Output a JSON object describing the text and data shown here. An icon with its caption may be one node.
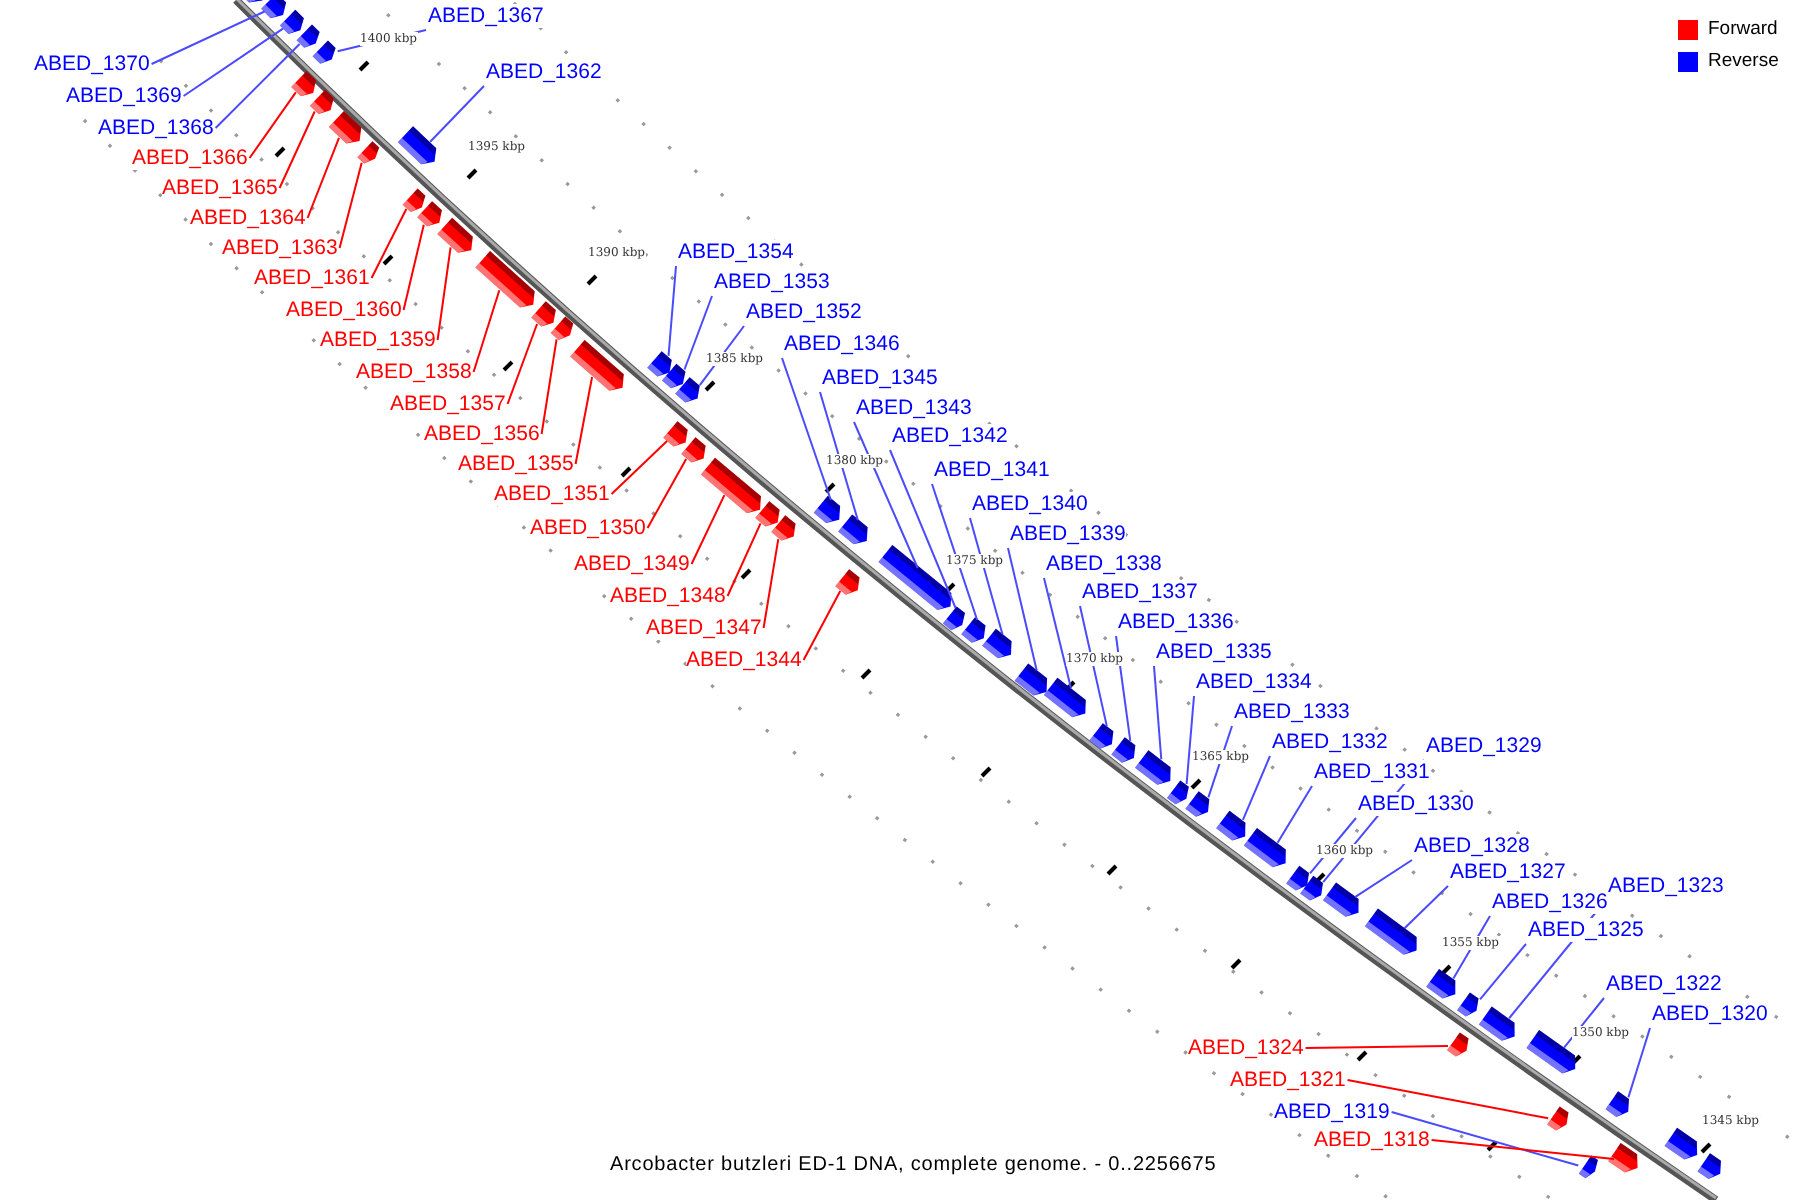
{
  "diagram": {
    "caption": "Arcobacter butzleri ED-1 DNA, complete genome. - 0..2256675",
    "nodes": [
      {
        "text": [
          "ABED_1367"
        ]
      },
      {
        "text": [
          "ABED_1370"
        ]
      },
      {
        "text": [
          "ABED_1362"
        ]
      },
      {
        "text": [
          "ABED_1369"
        ]
      },
      {
        "text": [
          "ABED_1368"
        ]
      },
      {
        "text": [
          "ABED_1366"
        ]
      },
      {
        "text": [
          "ABED_1365"
        ]
      },
      {
        "text": [
          "ABED_1364"
        ]
      },
      {
        "text": [
          "ABED_1363"
        ]
      },
      {
        "text": [
          "ABED_1354"
        ]
      },
      {
        "text": [
          "ABED_1361"
        ]
      },
      {
        "text": [
          "ABED_1353"
        ]
      },
      {
        "text": [
          "ABED_1360"
        ]
      },
      {
        "text": [
          "ABED_1352"
        ]
      },
      {
        "text": [
          "ABED_1359"
        ]
      },
      {
        "text": [
          "ABED_1346"
        ]
      },
      {
        "text": [
          "ABED_1358"
        ]
      },
      {
        "text": [
          "ABED_1345"
        ]
      },
      {
        "text": [
          "ABED_1357"
        ]
      },
      {
        "text": [
          "ABED_1343"
        ]
      },
      {
        "text": [
          "ABED_1356"
        ]
      },
      {
        "text": [
          "ABED_1342"
        ]
      },
      {
        "text": [
          "ABED_1355"
        ]
      },
      {
        "text": [
          "ABED_1341"
        ]
      },
      {
        "text": [
          "ABED_1351"
        ]
      },
      {
        "text": [
          "ABED_1340"
        ]
      },
      {
        "text": [
          "ABED_1350"
        ]
      },
      {
        "text": [
          "ABED_1339"
        ]
      },
      {
        "text": [
          "ABED_1349"
        ]
      },
      {
        "text": [
          "ABED_1338"
        ]
      },
      {
        "text": [
          "ABED_1348"
        ]
      },
      {
        "text": [
          "ABED_1337"
        ]
      },
      {
        "text": [
          "ABED_1347"
        ]
      },
      {
        "text": [
          "ABED_1336"
        ]
      },
      {
        "text": [
          "ABED_1344"
        ]
      },
      {
        "text": [
          "ABED_1335"
        ]
      },
      {
        "text": [
          "ABED_1334"
        ]
      },
      {
        "text": [
          "ABED_1333"
        ]
      },
      {
        "text": [
          "ABED_1332"
        ]
      },
      {
        "text": [
          "ABED_1329"
        ]
      },
      {
        "text": [
          "ABED_1331"
        ]
      },
      {
        "text": [
          "ABED_1330"
        ]
      },
      {
        "text": [
          "ABED_1328"
        ]
      },
      {
        "text": [
          "ABED_1327"
        ]
      },
      {
        "text": [
          "ABED_1323"
        ]
      },
      {
        "text": [
          "ABED_1326"
        ]
      },
      {
        "text": [
          "ABED_1325"
        ]
      },
      {
        "text": [
          "ABED_1322"
        ]
      },
      {
        "text": [
          "ABED_1320"
        ]
      },
      {
        "text": [
          "ABED_1324"
        ]
      },
      {
        "text": [
          "ABED_1321"
        ]
      },
      {
        "text": [
          "ABED_1319"
        ]
      },
      {
        "text": [
          "ABED_1318"
        ]
      },
      {
        "text": [],
        "shape": "arrow"
      },
      {
        "text": [],
        "shape": "arrow"
      },
      {
        "text": [],
        "shape": "arrow"
      },
      {
        "text": [],
        "shape": "arrow"
      },
      {
        "text": [],
        "shape": "arrow"
      },
      {
        "text": [],
        "shape": "arrow"
      },
      {
        "text": [],
        "shape": "arrow"
      },
      {
        "text": [],
        "shape": "arrow"
      },
      {
        "text": [],
        "shape": "arrow"
      },
      {
        "text": [],
        "shape": "arrow"
      },
      {
        "text": [],
        "shape": "arrow"
      },
      {
        "text": [],
        "shape": "arrow"
      },
      {
        "text": [],
        "shape": "arrow"
      },
      {
        "text": [],
        "shape": "arrow"
      },
      {
        "text": [],
        "shape": "arrow"
      },
      {
        "text": [],
        "shape": "arrow"
      },
      {
        "text": [],
        "shape": "arrow"
      },
      {
        "text": [],
        "shape": "arrow"
      },
      {
        "text": [],
        "shape": "arrow"
      },
      {
        "text": [],
        "shape": "arrow"
      },
      {
        "text": [],
        "shape": "arrow"
      },
      {
        "text": [],
        "shape": "arrow"
      },
      {
        "text": [],
        "shape": "arrow"
      },
      {
        "text": [],
        "shape": "arrow"
      },
      {
        "text": [],
        "shape": "arrow"
      },
      {
        "text": [],
        "shape": "arrow"
      },
      {
        "text": [],
        "shape": "arrow"
      },
      {
        "text": [],
        "shape": "arrow"
      },
      {
        "text": [],
        "shape": "arrow"
      },
      {
        "text": [],
        "shape": "arrow"
      },
      {
        "text": [],
        "shape": "arrow"
      },
      {
        "text": [],
        "shape": "arrow"
      },
      {
        "text": [],
        "shape": "arrow"
      },
      {
        "text": [],
        "shape": "arrow"
      },
      {
        "text": [],
        "shape": "arrow"
      },
      {
        "text": [],
        "shape": "arrow"
      },
      {
        "text": [],
        "shape": "arrow"
      },
      {
        "text": [],
        "shape": "arrow"
      },
      {
        "text": [],
        "shape": "arrow"
      },
      {
        "text": [],
        "shape": "arrow"
      },
      {
        "text": [],
        "shape": "arrow"
      },
      {
        "text": [],
        "shape": "arrow"
      },
      {
        "text": [],
        "shape": "arrow"
      },
      {
        "text": [],
        "shape": "arrow"
      },
      {
        "text": [],
        "shape": "arrow"
      },
      {
        "text": [],
        "shape": "arrow"
      },
      {
        "text": [],
        "shape": "arrow"
      },
      {
        "text": [],
        "shape": "arrow"
      },
      {
        "text": [],
        "shape": "arrow"
      },
      {
        "text": [],
        "shape": "arrow"
      },
      {
        "text": [],
        "shape": "arrow"
      },
      {
        "text": [],
        "shape": "arrow"
      },
      {
        "text": [],
        "shape": "arrow"
      },
      {
        "text": [],
        "shape": "arrow"
      },
      {
        "text": [],
        "shape": "arrow"
      },
      {
        "text": [],
        "shape": "arrow"
      }
    ],
    "edges": [
      {
        "from": 0,
        "to": 53,
        "arrow": "none"
      },
      {
        "from": 1,
        "to": 54,
        "arrow": "none"
      },
      {
        "from": 2,
        "to": 55,
        "arrow": "none"
      },
      {
        "from": 3,
        "to": 56,
        "arrow": "none"
      },
      {
        "from": 4,
        "to": 57,
        "arrow": "none"
      },
      {
        "from": 5,
        "to": 58,
        "arrow": "none",
        "color": "#ff0000"
      },
      {
        "from": 6,
        "to": 59,
        "arrow": "none",
        "color": "#ff0000"
      },
      {
        "from": 7,
        "to": 60,
        "arrow": "none",
        "color": "#ff0000"
      },
      {
        "from": 8,
        "to": 61,
        "arrow": "none",
        "color": "#ff0000"
      },
      {
        "from": 9,
        "to": 62,
        "arrow": "none"
      },
      {
        "from": 10,
        "to": 63,
        "arrow": "none",
        "color": "#ff0000"
      },
      {
        "from": 11,
        "to": 64,
        "arrow": "none"
      },
      {
        "from": 12,
        "to": 65,
        "arrow": "none",
        "color": "#ff0000"
      },
      {
        "from": 13,
        "to": 66,
        "arrow": "none"
      },
      {
        "from": 14,
        "to": 67,
        "arrow": "none",
        "color": "#ff0000"
      },
      {
        "from": 15,
        "to": 68,
        "arrow": "none"
      },
      {
        "from": 16,
        "to": 69,
        "arrow": "none",
        "color": "#ff0000"
      },
      {
        "from": 17,
        "to": 70,
        "arrow": "none"
      },
      {
        "from": 18,
        "to": 71,
        "arrow": "none",
        "color": "#ff0000"
      },
      {
        "from": 19,
        "to": 72,
        "arrow": "none"
      },
      {
        "from": 20,
        "to": 73,
        "arrow": "none",
        "color": "#ff0000"
      },
      {
        "from": 21,
        "to": 74,
        "arrow": "none"
      },
      {
        "from": 22,
        "to": 75,
        "arrow": "none",
        "color": "#ff0000"
      },
      {
        "from": 23,
        "to": 76,
        "arrow": "none"
      },
      {
        "from": 24,
        "to": 77,
        "arrow": "none",
        "color": "#ff0000"
      },
      {
        "from": 25,
        "to": 78,
        "arrow": "none"
      },
      {
        "from": 26,
        "to": 79,
        "arrow": "none",
        "color": "#ff0000"
      },
      {
        "from": 27,
        "to": 80,
        "arrow": "none"
      },
      {
        "from": 28,
        "to": 81,
        "arrow": "none",
        "color": "#ff0000"
      },
      {
        "from": 29,
        "to": 82,
        "arrow": "none"
      },
      {
        "from": 30,
        "to": 83,
        "arrow": "none",
        "color": "#ff0000"
      },
      {
        "from": 31,
        "to": 84,
        "arrow": "none"
      },
      {
        "from": 32,
        "to": 85,
        "arrow": "none",
        "color": "#ff0000"
      },
      {
        "from": 33,
        "to": 86,
        "arrow": "none"
      },
      {
        "from": 34,
        "to": 87,
        "arrow": "none",
        "color": "#ff0000"
      },
      {
        "from": 35,
        "to": 88,
        "arrow": "none"
      },
      {
        "from": 36,
        "to": 89,
        "arrow": "none"
      },
      {
        "from": 37,
        "to": 90,
        "arrow": "none"
      },
      {
        "from": 38,
        "to": 91,
        "arrow": "none"
      },
      {
        "from": 39,
        "to": 92,
        "arrow": "none"
      },
      {
        "from": 40,
        "to": 93,
        "arrow": "none"
      },
      {
        "from": 41,
        "to": 94,
        "arrow": "none"
      },
      {
        "from": 42,
        "to": 95,
        "arrow": "none"
      },
      {
        "from": 43,
        "to": 96,
        "arrow": "none"
      },
      {
        "from": 44,
        "to": 97,
        "arrow": "none"
      },
      {
        "from": 45,
        "to": 98,
        "arrow": "none"
      },
      {
        "from": 46,
        "to": 99,
        "arrow": "none"
      },
      {
        "from": 47,
        "to": 100,
        "arrow": "none"
      },
      {
        "from": 48,
        "to": 101,
        "arrow": "none"
      },
      {
        "from": 49,
        "to": 102,
        "arrow": "none",
        "color": "#ff0000"
      },
      {
        "from": 50,
        "to": 103,
        "arrow": "none",
        "color": "#ff0000"
      },
      {
        "from": 51,
        "to": 104,
        "arrow": "none"
      },
      {
        "from": 52,
        "to": 105,
        "arrow": "none",
        "color": "#ff0000"
      }
    ],
    "labels": [
      "1400 kbp",
      "1395 kbp",
      "1390 kbp",
      "1385 kbp",
      "1380 kbp",
      "1375 kbp",
      "1370 kbp",
      "1365 kbp",
      "1360 kbp",
      "1355 kbp",
      "1350 kbp",
      "1345 kbp"
    ],
    "legend": [
      {
        "text": "Forward",
        "color": "#ff0000"
      },
      {
        "text": "Reverse",
        "color": "#0000ff"
      }
    ]
  }
}
